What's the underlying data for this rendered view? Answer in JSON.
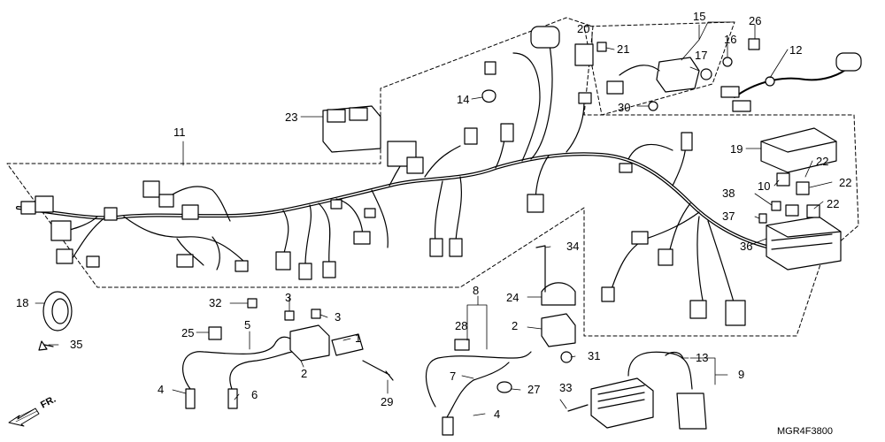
{
  "callouts": {
    "c1": "1",
    "c2a": "2",
    "c2b": "2",
    "c3a": "3",
    "c3b": "3",
    "c4a": "4",
    "c4b": "4",
    "c5": "5",
    "c6": "6",
    "c7": "7",
    "c8": "8",
    "c9": "9",
    "c10": "10",
    "c11": "11",
    "c12": "12",
    "c13": "13",
    "c14": "14",
    "c15": "15",
    "c16": "16",
    "c17": "17",
    "c18": "18",
    "c19": "19",
    "c20": "20",
    "c21": "21",
    "c22a": "22",
    "c22b": "22",
    "c22c": "22",
    "c23": "23",
    "c24": "24",
    "c25": "25",
    "c26": "26",
    "c27": "27",
    "c28": "28",
    "c29": "29",
    "c30": "30",
    "c31": "31",
    "c32": "32",
    "c33": "33",
    "c34": "34",
    "c35": "35",
    "c36": "36",
    "c37": "37",
    "c38": "38"
  },
  "front_indicator": "FR.",
  "diagram_code": "MGR4F3800"
}
